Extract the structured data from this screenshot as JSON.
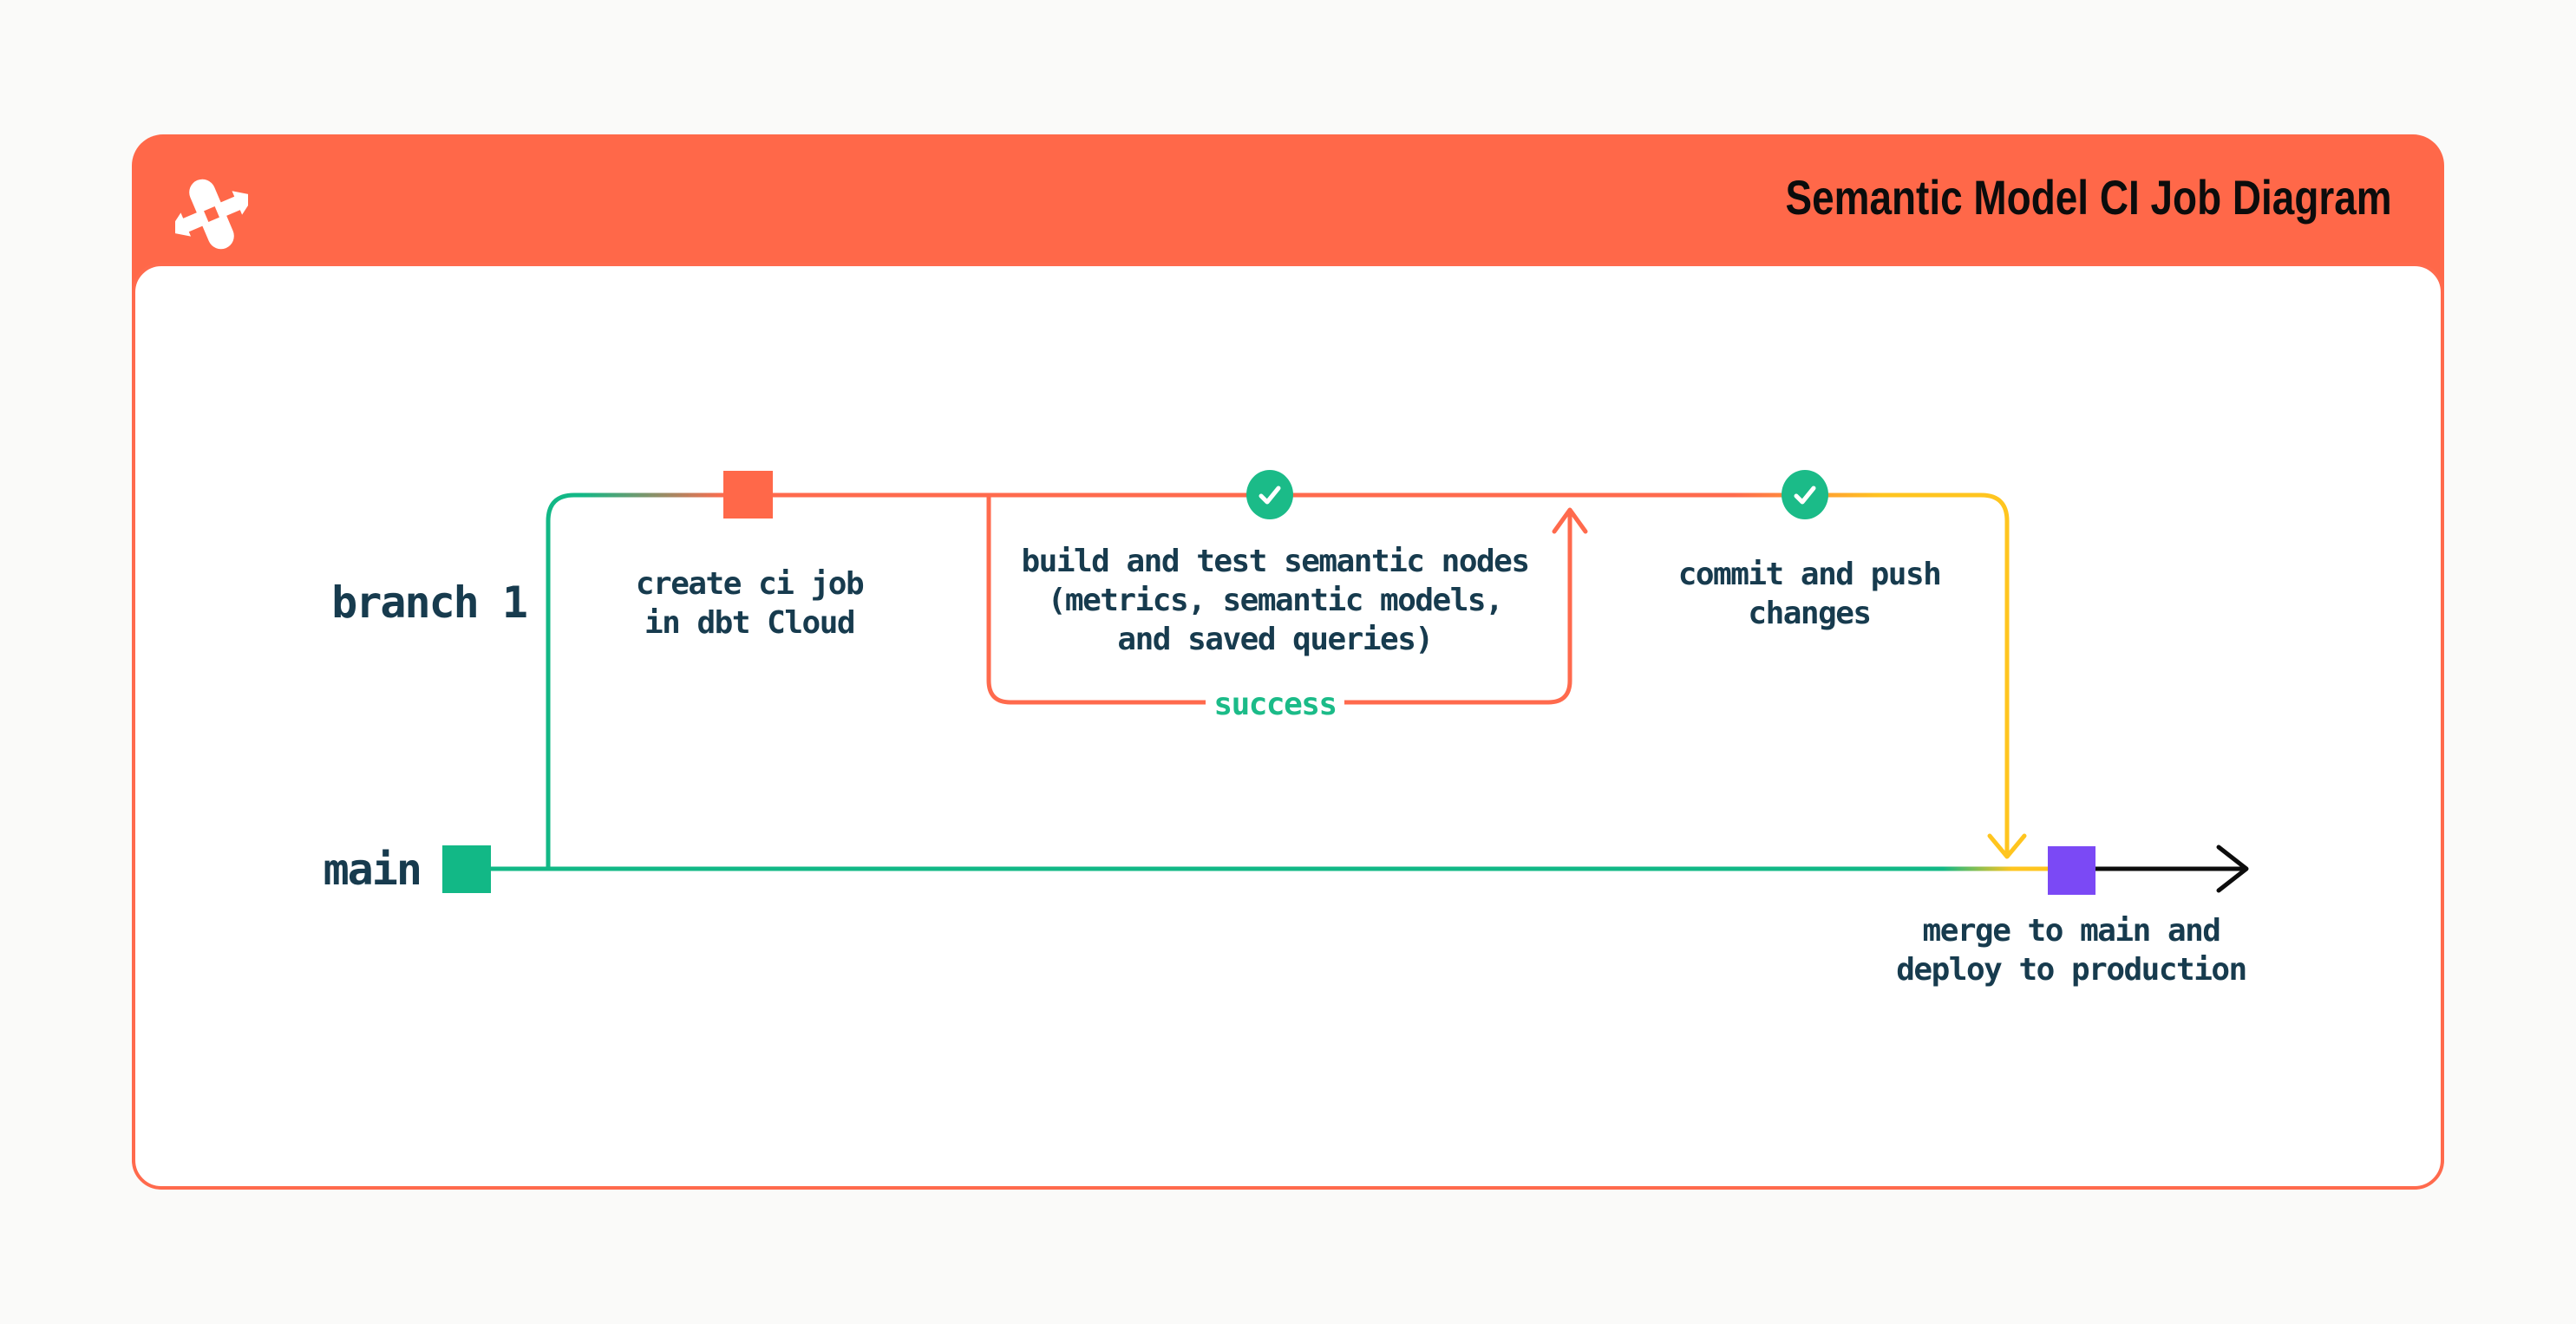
{
  "header": {
    "title": "Semantic Model CI Job Diagram",
    "logo": "dbt-logo"
  },
  "labels": {
    "branch": "branch 1",
    "main": "main",
    "success": "success"
  },
  "nodes": {
    "create": "create ci job\nin dbt Cloud",
    "build": "build and test semantic nodes\n(metrics, semantic models,\nand saved queries)",
    "commit": "commit and push\nchanges",
    "merge": "merge to main and\ndeploy to production"
  },
  "colors": {
    "page_bg": "#FAFAF9",
    "orange": "#FF6849",
    "orange_line": "#FF6A4D",
    "green": "#12B886",
    "green_bright": "#1BBB88",
    "yellow": "#FFC51F",
    "purple": "#7B49F5",
    "navy": "#173B4E",
    "black": "#0C0C0C"
  }
}
